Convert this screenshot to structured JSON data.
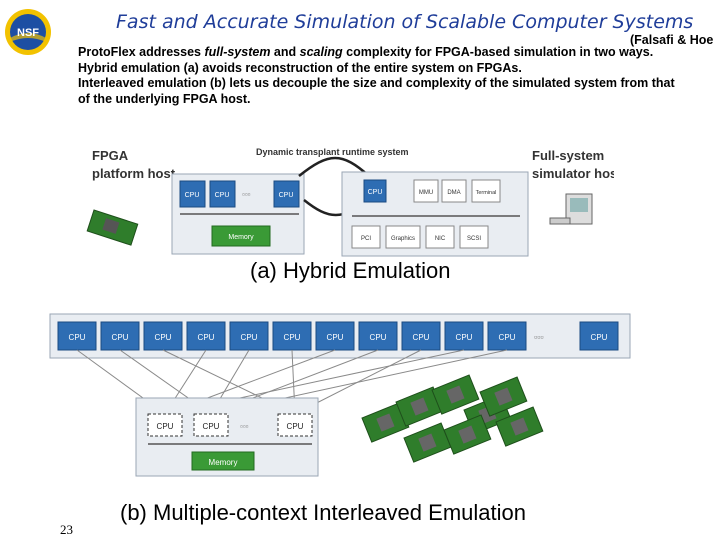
{
  "slide": {
    "title": "Fast and Accurate Simulation of Scalable Computer Systems",
    "authors": "(Falsafi & Hoe",
    "logo_text": "NSF",
    "page_number": "23",
    "bullets": {
      "p1_before": "ProtoFlex addresses ",
      "p1_italic1": "full-system",
      "p1_mid": " and ",
      "p1_italic2": "scaling",
      "p1_after": " complexity for FPGA-based simulation in two ways.",
      "p2": "Hybrid emulation (a) avoids reconstruction of the entire system on FPGAs.",
      "p3": "Interleaved emulation (b) lets us decouple the size and complexity of the simulated system from that of the underlying FPGA host."
    }
  },
  "figure_a": {
    "caption": "(a) Hybrid Emulation",
    "left_host_line1": "FPGA",
    "left_host_line2": "platform host",
    "runtime_label": "Dynamic transplant runtime system",
    "right_host_line1": "Full-system",
    "right_host_line2": "simulator host",
    "cpu": "CPU",
    "memory": "Memory",
    "mmu": "MMU",
    "dma": "DMA",
    "terminal": "Terminal",
    "pci": "PCI",
    "graphics": "Graphics",
    "nic": "NIC",
    "scsi": "SCSI"
  },
  "figure_b": {
    "caption": "(b) Multiple-context Interleaved Emulation",
    "cpu": "CPU",
    "memory": "Memory"
  },
  "colors": {
    "title": "#1f3d99",
    "cpu_fill": "#2e6db3",
    "memory_fill": "#3a9a36",
    "panel_fill": "#e9edf2",
    "chip_green": "#2f7d2b"
  }
}
